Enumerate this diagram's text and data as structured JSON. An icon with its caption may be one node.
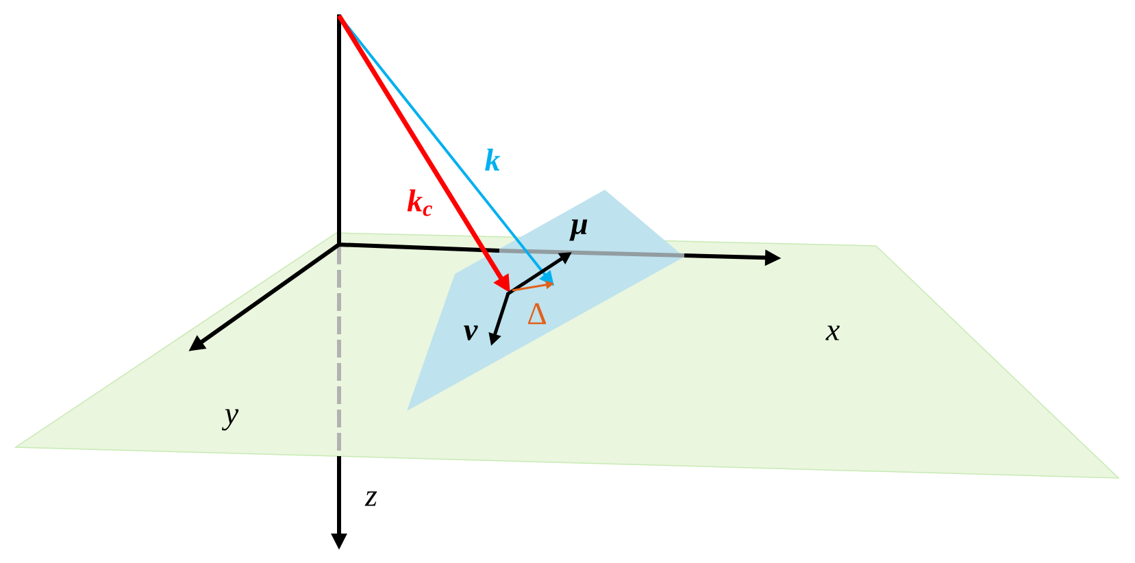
{
  "diagram": {
    "labels": [
      "k",
      "**k**$_{c}$",
      "μ",
      "ν",
      "Δ",
      "x",
      "y",
      "z"
    ]
  }
}
